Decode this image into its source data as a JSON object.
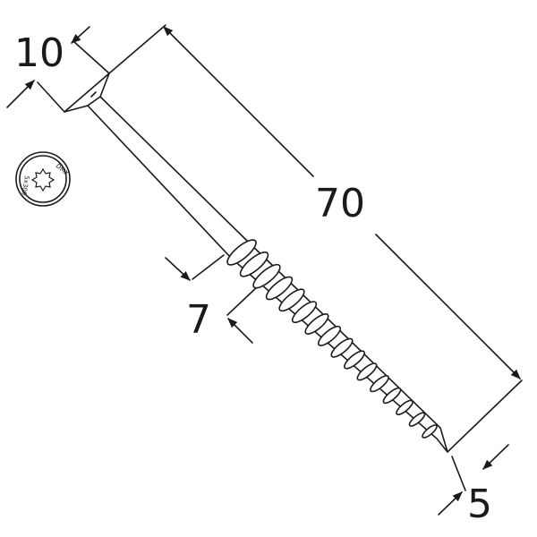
{
  "dimensions": {
    "length": "70",
    "head_diameter": "10",
    "thread_diameter": "7",
    "tip_diameter": "5"
  },
  "head_marking": {
    "top_text": "DMX",
    "side_text": "5x300"
  },
  "colors": {
    "line": "#1a1a1a",
    "background": "#ffffff"
  }
}
